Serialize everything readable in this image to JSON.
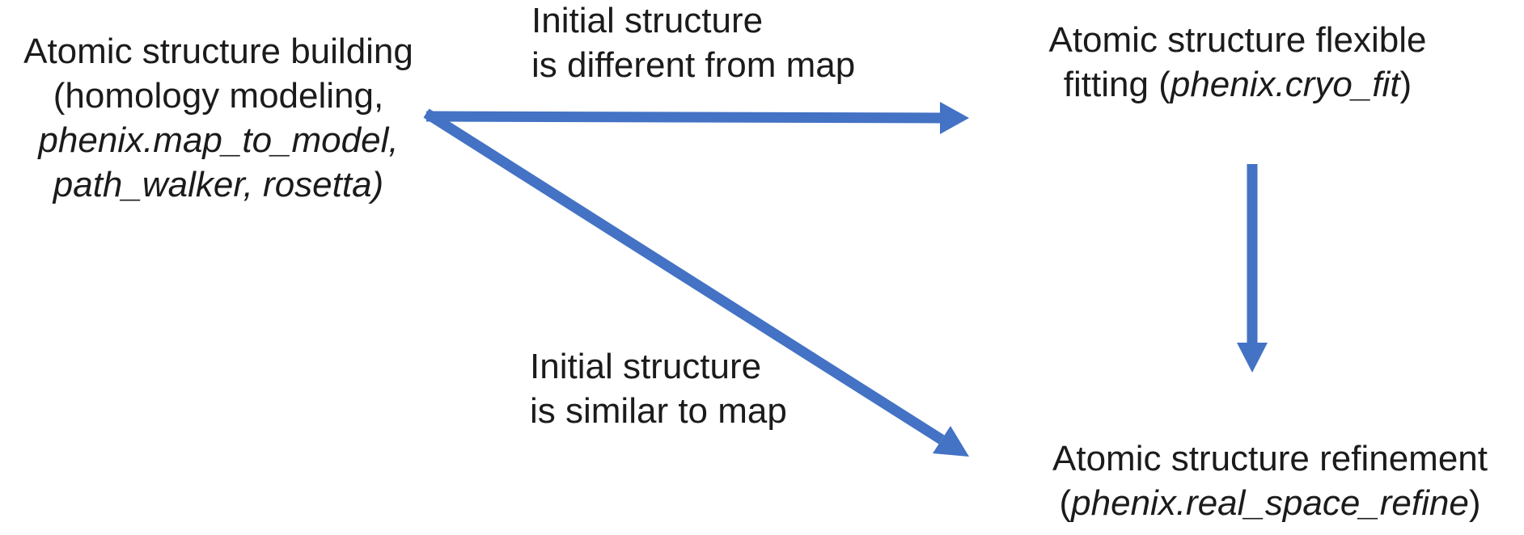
{
  "colors": {
    "arrow": "#4472C4",
    "text": "#1b1b1b",
    "background": "#ffffff"
  },
  "nodes": {
    "building": {
      "line1": "Atomic structure building",
      "line2": "(homology modeling,",
      "line3": "phenix.map_to_model,",
      "line4": "path_walker, rosetta)"
    },
    "flexible_fitting": {
      "line1": "Atomic structure flexible",
      "line2_pre": "fitting (",
      "line2_italic": "phenix.cryo_fit",
      "line2_post": ")"
    },
    "refinement": {
      "line1": "Atomic structure refinement",
      "line2_pre": "(",
      "line2_italic": "phenix.real_space_refine",
      "line2_post": ")"
    }
  },
  "labels": {
    "different": {
      "line1": "Initial structure",
      "line2": "is different from map"
    },
    "similar": {
      "line1": "Initial structure",
      "line2": "is similar to map"
    }
  }
}
